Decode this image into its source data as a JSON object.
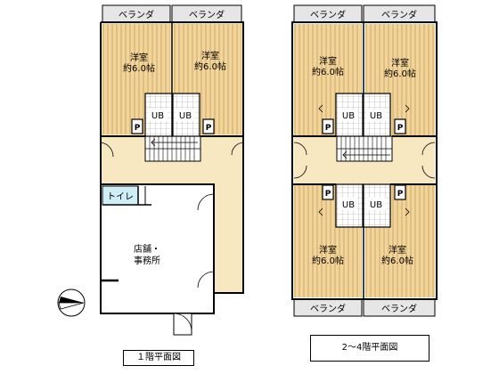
{
  "floor1": {
    "veranda_left": "ベランダ",
    "veranda_right": "ベランダ",
    "room_left": {
      "name": "洋室",
      "size": "約6.0帖"
    },
    "room_right": {
      "name": "洋室",
      "size": "約6.0帖"
    },
    "ub_left": "UB",
    "ub_right": "UB",
    "p_left": "P",
    "p_right": "P",
    "toilet": "トイレ",
    "shop_line1": "店舗・",
    "shop_line2": "事務所",
    "caption": "１階平面図"
  },
  "floor2to4": {
    "veranda_top_left": "ベランダ",
    "veranda_top_right": "ベランダ",
    "veranda_bottom_left": "ベランダ",
    "veranda_bottom_right": "ベランダ",
    "room_top_left": {
      "name": "洋室",
      "size": "約6.0帖"
    },
    "room_top_right": {
      "name": "洋室",
      "size": "約6.0帖"
    },
    "room_bottom_left": {
      "name": "洋室",
      "size": "約6.0帖"
    },
    "room_bottom_right": {
      "name": "洋室",
      "size": "約6.0帖"
    },
    "ub_top_left": "UB",
    "ub_top_right": "UB",
    "ub_bottom_left": "UB",
    "ub_bottom_right": "UB",
    "p_top_left": "P",
    "p_top_right": "P",
    "p_bottom_left": "P",
    "p_bottom_right": "P",
    "caption": "2～4階平面図"
  },
  "colors": {
    "room_fill": "#f2d59c",
    "room_stripe": "#c49a4e",
    "corridor_fill": "#f8e8c2",
    "veranda_fill": "#e6e6e6",
    "toilet_fill": "#cfeff7",
    "wall": "#000000"
  },
  "icons": {
    "compass": "north-arrow-icon"
  }
}
